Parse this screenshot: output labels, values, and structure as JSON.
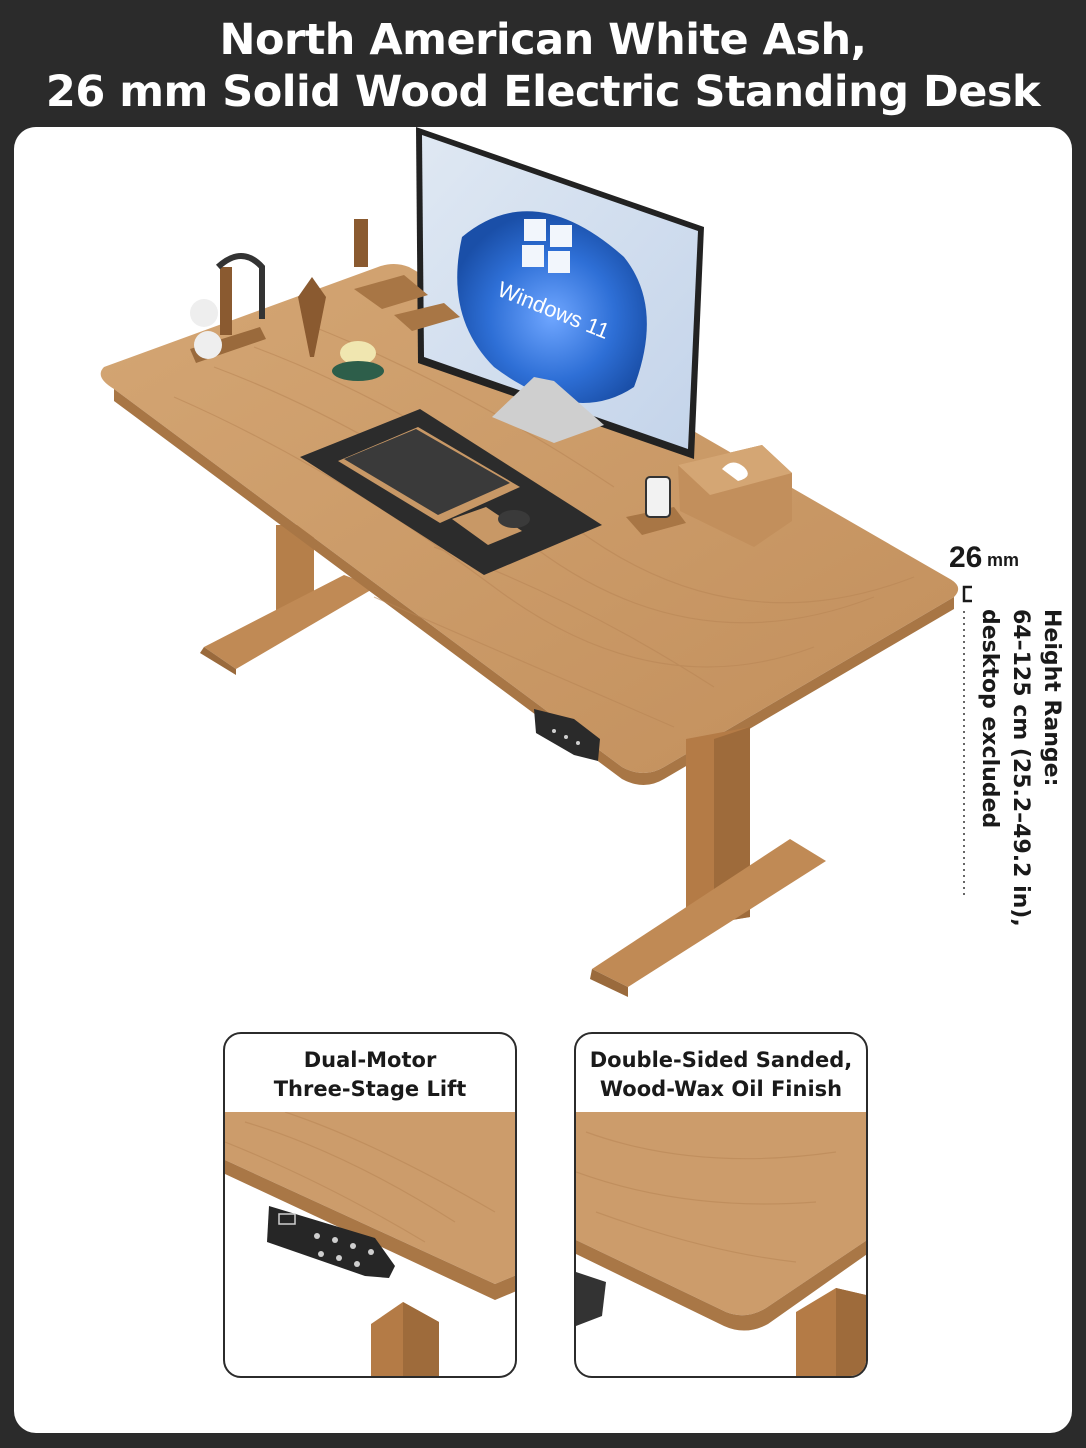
{
  "header": {
    "title_line1": "North American White Ash,",
    "title_line2": "26 mm Solid Wood Electric Standing Desk"
  },
  "monitor": {
    "brand_text": "Windows 11"
  },
  "dimension": {
    "thickness_value": "26",
    "thickness_unit": "mm",
    "height_line1": "Height Range:",
    "height_line2": "64–125 cm (25.2–49.2 in),",
    "height_line3": "desktop excluded"
  },
  "features": [
    {
      "line1": "Dual-Motor",
      "line2": "Three-Stage Lift"
    },
    {
      "line1": "Double-Sided Sanded,",
      "line2": "Wood-Wax Oil Finish"
    }
  ],
  "colors": {
    "background": "#2b2b2b",
    "panel": "#ffffff",
    "wood": "#c89866",
    "wood_dark": "#a87645",
    "screen_blue": "#2e6fd6"
  }
}
